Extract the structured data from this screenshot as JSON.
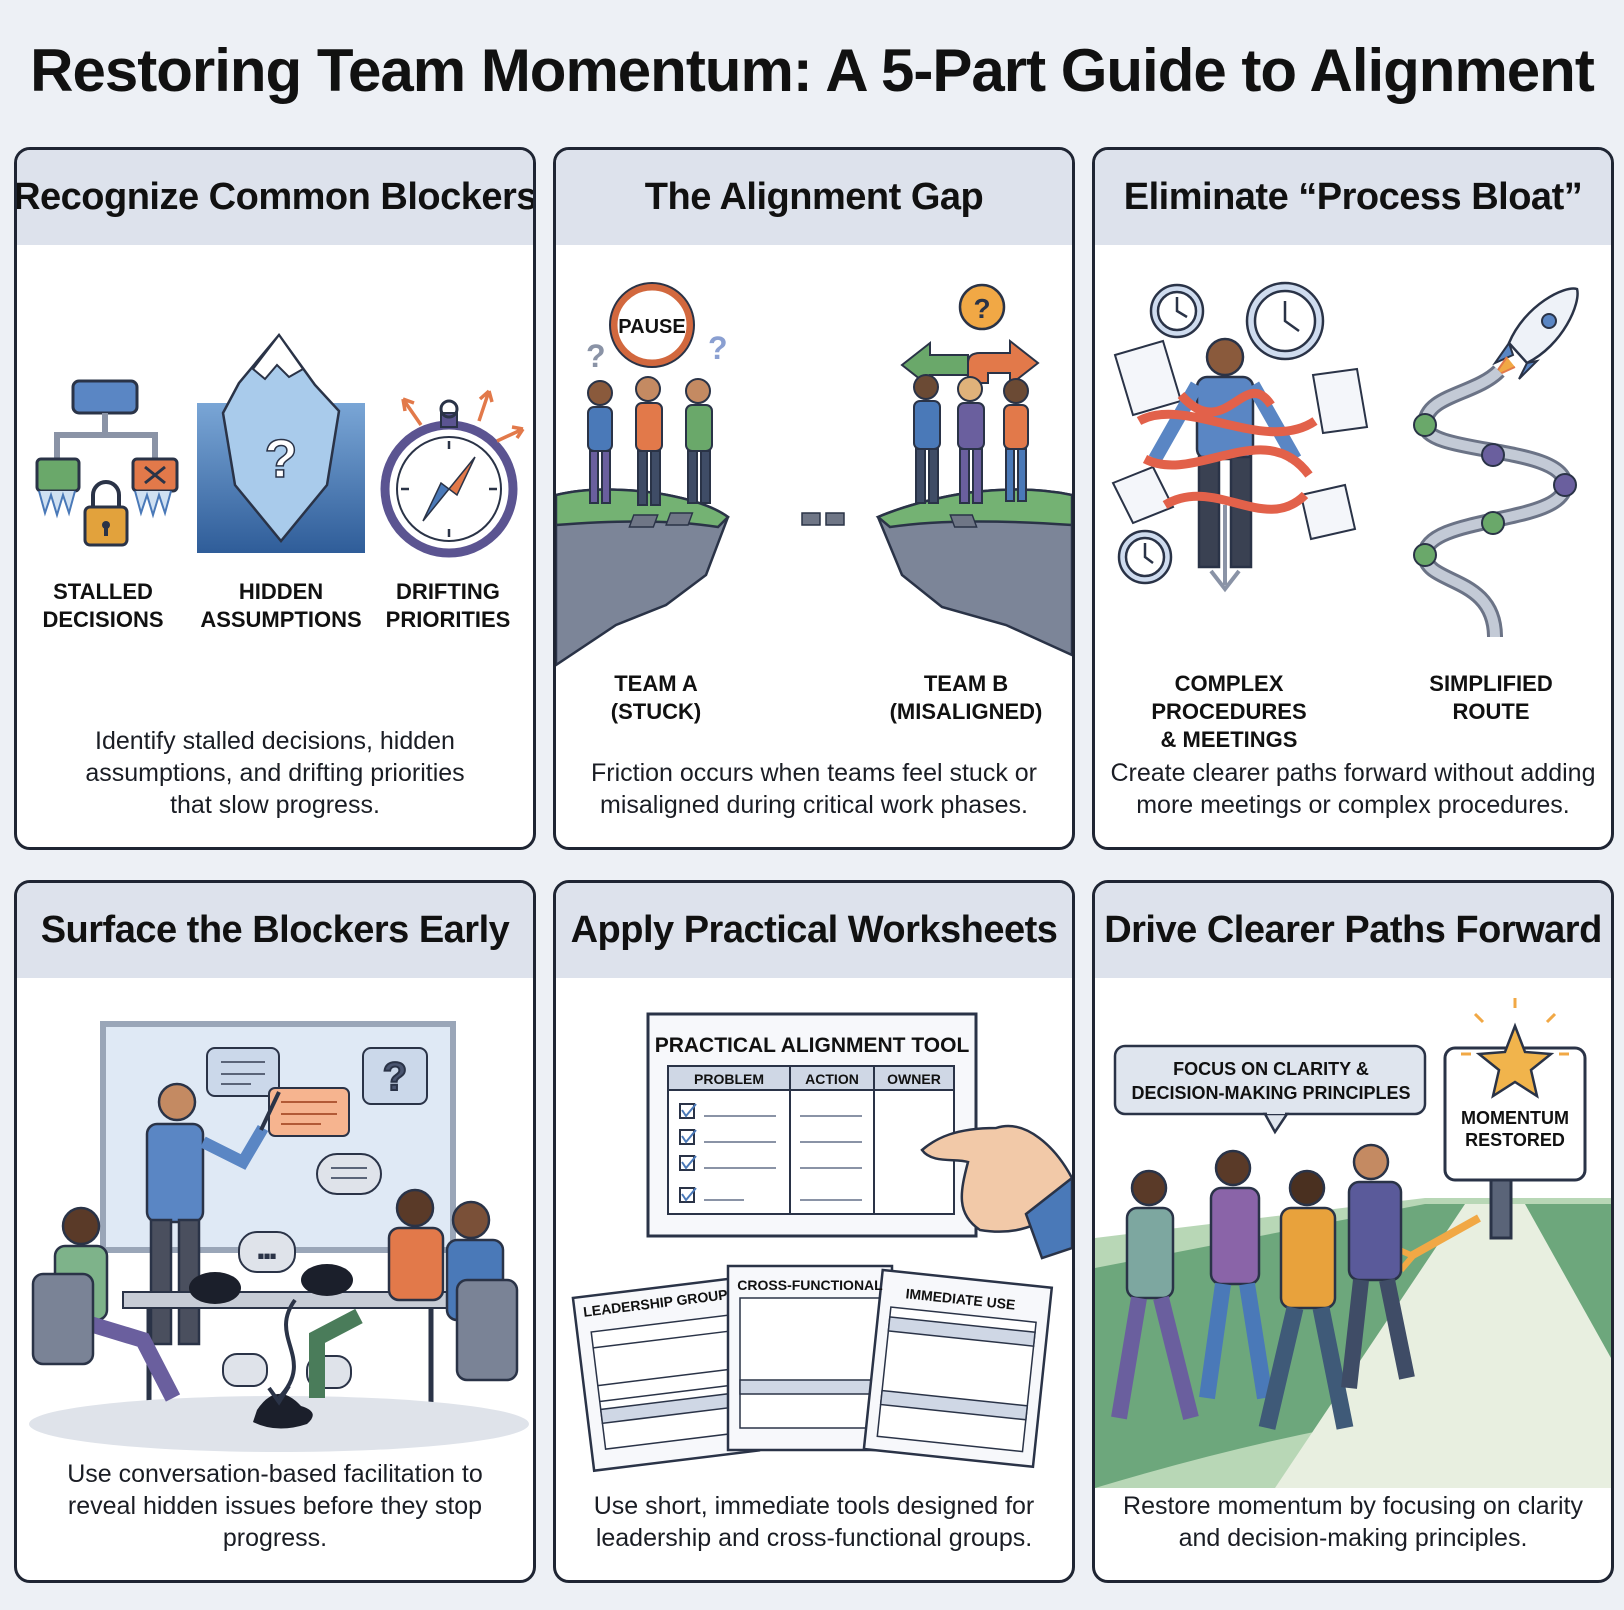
{
  "title": "Restoring Team Momentum: A 5-Part Guide to Alignment",
  "panels": [
    {
      "heading": "Recognize Common Blockers",
      "labels": [
        "STALLED\nDECISIONS",
        "HIDDEN\nASSUMPTIONS",
        "DRIFTING\nPRIORITIES"
      ],
      "caption": "Identify stalled decisions, hidden assumptions, and drifting priorities that slow progress."
    },
    {
      "heading": "The Alignment Gap",
      "sign": "PAUSE",
      "labels": [
        "TEAM A\n(STUCK)",
        "TEAM B\n(MISALIGNED)"
      ],
      "caption": "Friction occurs when teams feel stuck or misaligned during critical work phases."
    },
    {
      "heading": "Eliminate “Process Bloat”",
      "labels": [
        "COMPLEX PROCEDURES\n& MEETINGS",
        "SIMPLIFIED\nROUTE"
      ],
      "caption": "Create clearer paths forward without adding more meetings or complex procedures."
    },
    {
      "heading": "Surface the Blockers Early",
      "caption": "Use conversation-based facilitation to reveal hidden issues before they stop progress."
    },
    {
      "heading": "Apply Practical Worksheets",
      "tool_title": "PRACTICAL ALIGNMENT TOOL",
      "columns": [
        "PROBLEM",
        "ACTION",
        "OWNER"
      ],
      "sheets": [
        "LEADERSHIP GROUP",
        "CROSS-FUNCTIONAL",
        "IMMEDIATE USE"
      ],
      "caption": "Use short, immediate tools designed for leadership and cross-functional groups."
    },
    {
      "heading": "Drive Clearer Paths Forward",
      "bubble": "FOCUS ON CLARITY &\nDECISION-MAKING PRINCIPLES",
      "signpost": "MOMENTUM\nRESTORED",
      "caption": "Restore momentum by focusing on clarity and decision-making principles."
    }
  ],
  "colors": {
    "header_bg": "#dde2ec",
    "border": "#1f2533",
    "accent_blue": "#4a79b8",
    "accent_orange": "#e2794a",
    "accent_green": "#6aa86a",
    "accent_purple": "#6a5f9e"
  }
}
